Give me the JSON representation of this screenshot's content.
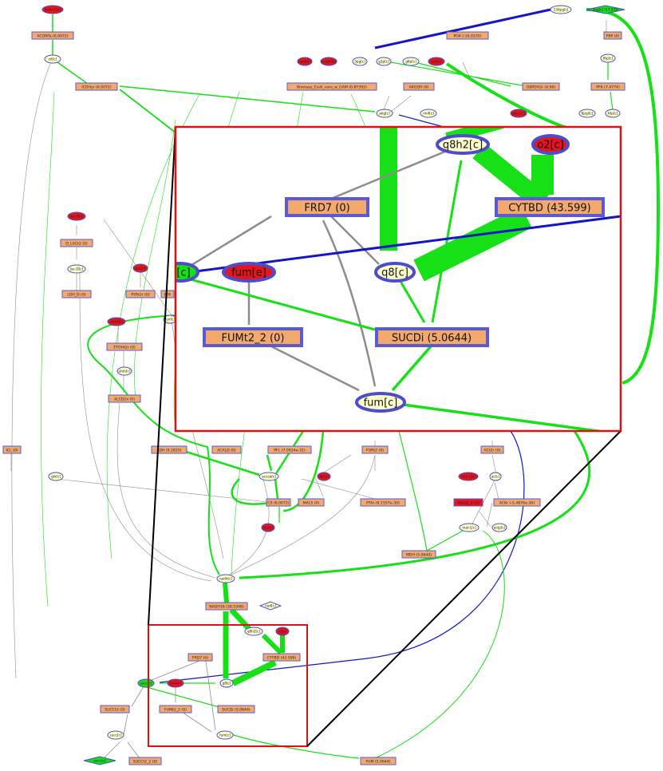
{
  "colors": {
    "reaction_fill": "#f2a96b",
    "reaction_stroke": "#5a5ad6",
    "metabolite_fill": "#ffffcc",
    "metabolite_stroke": "#4c4ccc",
    "external_fill": "#e8141c",
    "high_flux": "#16e016",
    "reverse_flux": "#1414c8",
    "zero_flux": "#8c8c8c",
    "zoom_frame": "#dd1111",
    "connector": "#000000"
  },
  "overview": {
    "reactions": {
      "aconta": "ACONTa (6.0072)",
      "icdhyr": "ICDHyr (6.0072)",
      "pgk": "PGK (-16.0235)",
      "fbp": "FBP (0)",
      "pfk": "PFK (7.4774)",
      "biomass": "Biomass_Ecoli_core_w_GAM (0.87392)",
      "akgdh": "AKGDH (0)",
      "g6pdh2r": "G6PDH2r (4.96)",
      "d_lact2": "D_LACt2 (0)",
      "ldh_d": "LDH_D (0)",
      "pyrt2r": "PYRt2r (0)",
      "pyk": "PYK",
      "etoht2r": "ETOHt2r (0)",
      "alcd2x": "ALCD2x (0)",
      "icl": "ICL (0)",
      "pdh": "PDH (9.2825)",
      "acald": "ACALD (0)",
      "pfl": "PFL (7.0924e-31)",
      "fort2": "FORt2 (0)",
      "acont": "ACt2r (0)",
      "ackr": "ACKr (-5.4876e-30)",
      "mals": "MALS (0)",
      "ptar": "PTAr (6.1557e-30)",
      "cs": "CS (6.0072)",
      "malt2_2": "MALt2_2 (0)",
      "mdh": "MDH (5.0644)",
      "nadh16": "NADH16 (38.5346)",
      "frd7": "FRD7 (0)",
      "cytbd": "CYTBD (43.599)",
      "fumt2_2": "FUMt2_2 (0)",
      "sucdi": "SUCDi (5.0644)",
      "succt3": "SUCCt3 (0)",
      "succt2_2": "SUCCt2_2 (0)",
      "fum": "FUM (5.0644)"
    },
    "metabolites": {
      "acon_c": "acon-C[c]",
      "cit_c": "cit[c]",
      "13dpg_c": "13dpg[c]",
      "f6p_c": "f6p[c]",
      "fdp_c": "fdp[c]",
      "bpg_c": "3pg[c]",
      "g3p_c": "g3p[c]",
      "g6p_c": "g6p[c]",
      "akg_c": "akg[c]",
      "nh4_c": "nh4[c]",
      "6pgl_c": "6pgl[c]",
      "lac_d_c": "lac-D[c]",
      "pyr_c": "pyr[c]",
      "etoh_c": "etoh[c]",
      "glx_c": "glx[c]",
      "accoa_c": "accoa[c]",
      "actp_c": "actp[c]",
      "ac_c": "ac[c]",
      "mal_l_c": "mal-L[c]",
      "nadh_c": "nadh[c]",
      "q8h2_c": "q8h2[c]",
      "q8_c": "q8[c]",
      "succ_c": "succ[c]",
      "fum_c": "fum[c]",
      "succ_c_small": "succ[c]"
    },
    "external": {
      "acon_e": "acon-C[e]",
      "nadp": "nadp[c]",
      "nadph": "nadph[c]",
      "co2": "co2[c]",
      "gln": "gln-L[c]",
      "glu": "glu-L[c]",
      "glc": "glc-D[e]",
      "lac": "lac-D[e]",
      "pyr_e": "pyr[e]",
      "etoh_e": "etoh[e]",
      "for": "for[c]",
      "for_e": "for[e]",
      "coa": "coa[c]",
      "h2o": "h2o[c]",
      "mal_e": "mal-L[e]",
      "o2": "o2[c]",
      "fum_e": "fum[e]"
    },
    "diamonds": {
      "3pg": "3pg[c] (17.535)",
      "nad": "nad[c]",
      "succ_e": "succ[e]"
    }
  },
  "zoom": {
    "reactions": {
      "frd7": "FRD7 (0)",
      "cytbd": "CYTBD (43.599)",
      "fumt2_2": "FUMt2_2 (0)",
      "sucdi": "SUCDi (5.0644)"
    },
    "metabolites": {
      "q8h2": "q8h2[c]",
      "q8": "q8[c]",
      "fum": "fum[c]",
      "succ_partial": "[c]"
    },
    "external": {
      "o2": "o2[c]",
      "fum_e": "fum[e]"
    }
  }
}
